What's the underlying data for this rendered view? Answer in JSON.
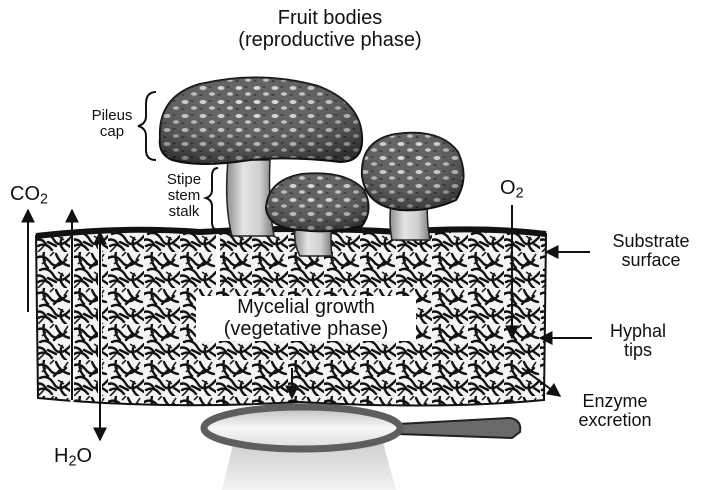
{
  "fruit_bodies": {
    "line1": "Fruit bodies",
    "line2": "(reproductive phase)"
  },
  "pileus": {
    "line1": "Pileus",
    "line2": "cap"
  },
  "stipe": {
    "line1": "Stipe",
    "line2": "stem",
    "line3": "stalk"
  },
  "co2": {
    "main": "CO",
    "sub": "2"
  },
  "o2": {
    "main": "O",
    "sub": "2"
  },
  "h2o": {
    "pre": "H",
    "sub": "2",
    "post": "O"
  },
  "substrate": {
    "line1": "Substrate",
    "line2": "surface"
  },
  "mycelial": {
    "line1": "Mycelial growth",
    "line2": "(vegetative phase)"
  },
  "hyphal": {
    "line1": "Hyphal",
    "line2": "tips"
  },
  "enzyme": {
    "line1": "Enzyme",
    "line2": "excretion"
  },
  "colors": {
    "ink": "#111111",
    "cap": "#4a4a4a",
    "stem": "#d8d8d8",
    "substrate": "#1a1a1a",
    "lens_rim": "#707070",
    "lens_glass": "#e9e9e9"
  }
}
